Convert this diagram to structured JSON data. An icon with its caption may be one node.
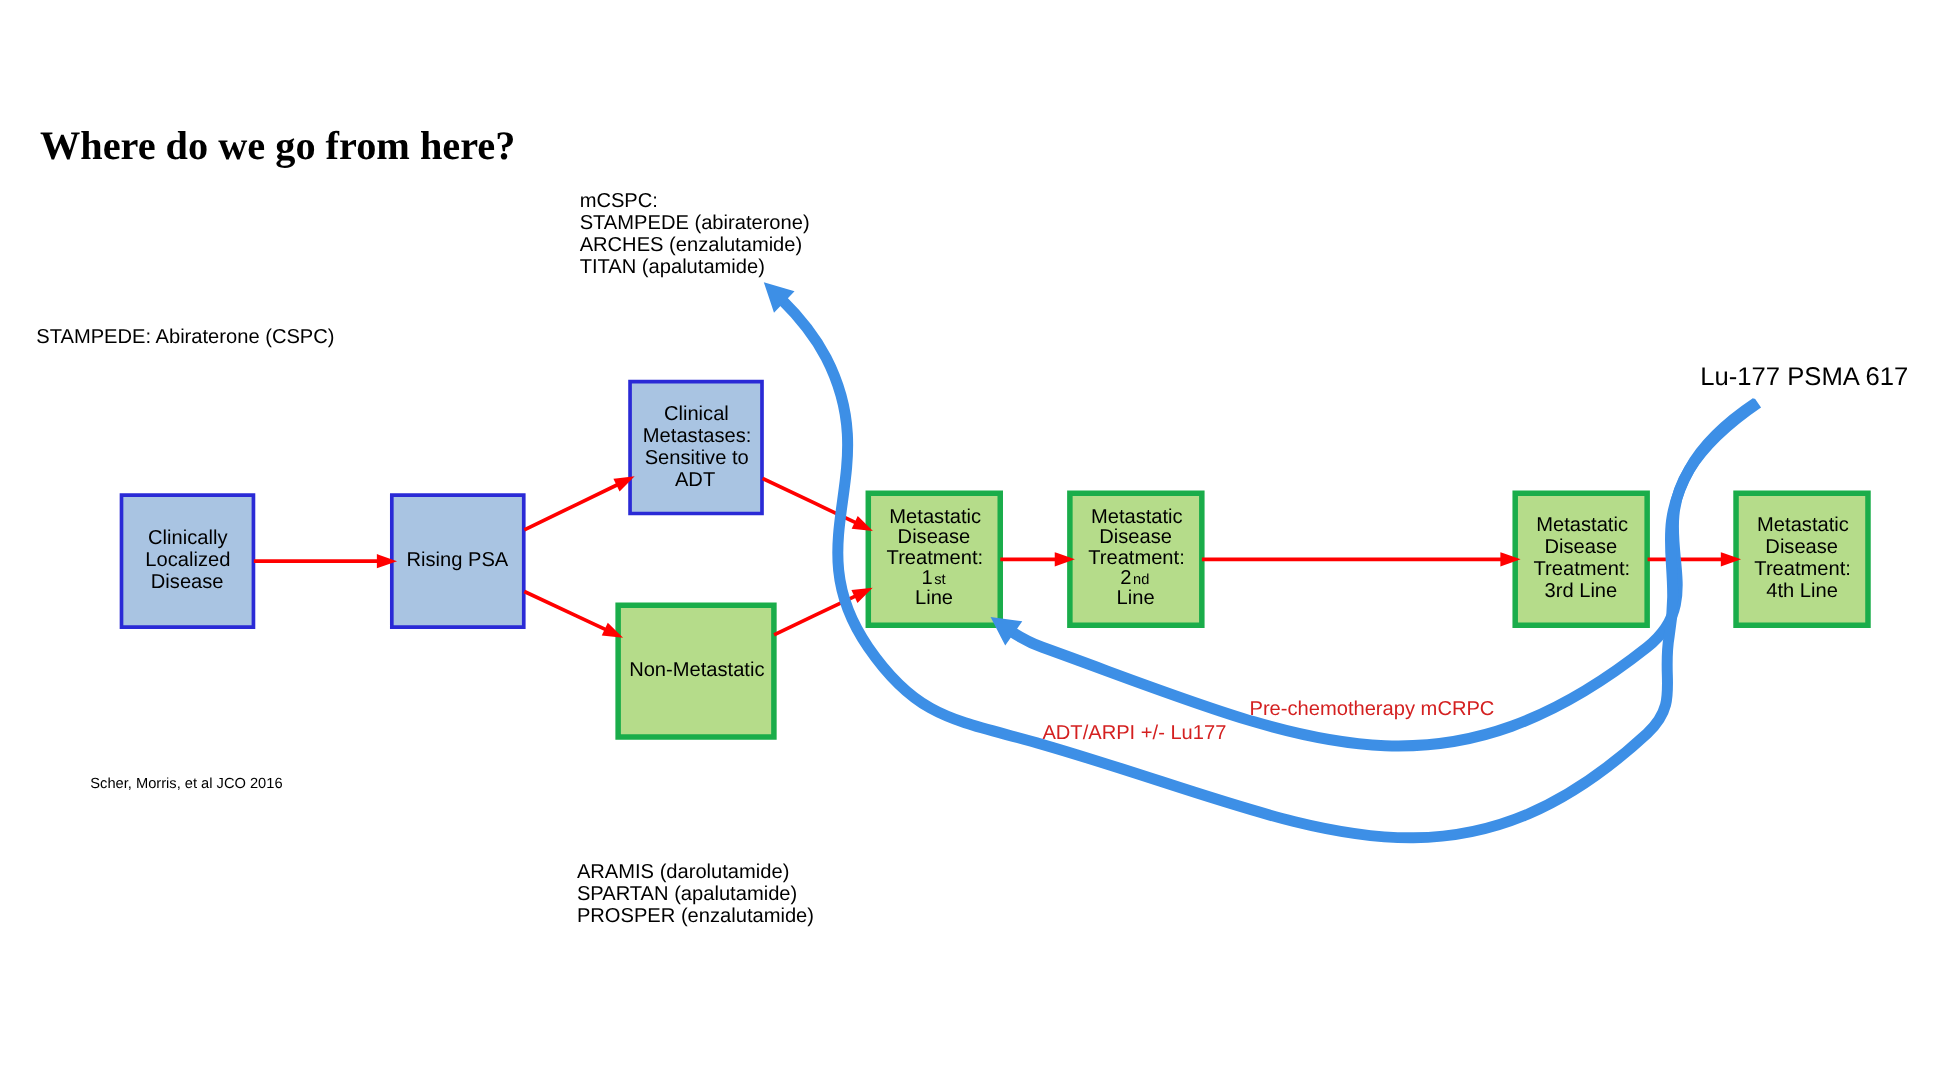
{
  "diagram": {
    "title": "Where do we go from here?",
    "nodes": [
      {
        "text": [
          "Clinically Localized Disease"
        ]
      },
      {
        "text": [
          "Rising PSA"
        ]
      },
      {
        "text": [
          "Clinical Metastases: Sensitive to ADT"
        ]
      },
      {
        "text": [
          "Non-Metastatic"
        ],
        "beside": [
          "ARAMIS (darolutamide)",
          "SPARTAN (apalutamide)",
          "PROSPER (enzalutamide)"
        ]
      },
      {
        "text": [
          "Metastatic Disease Treatment: 1$^{st}$ Line"
        ]
      },
      {
        "text": [
          "Metastatic Disease Treatment: 2$^{nd}$ Line"
        ]
      },
      {
        "text": [
          "Metastatic Disease Treatment: 3rd Line"
        ]
      },
      {
        "text": [
          "Metastatic Disease Treatment: 4th Line"
        ]
      },
      {
        "text": [
          "mCSPC:",
          "STAMPEDE (abiraterone)",
          "ARCHES (enzalutamide)",
          "TITAN (apalutamide)"
        ]
      },
      {
        "text": [
          "Lu-177 PSMA 617"
        ]
      }
    ],
    "edges": [
      {
        "from": 0,
        "to": 1,
        "arrow": "to"
      },
      {
        "from": 1,
        "to": 2,
        "arrow": "to"
      },
      {
        "from": 1,
        "to": 3,
        "arrow": "to"
      },
      {
        "from": 2,
        "to": 4,
        "arrow": "to"
      },
      {
        "from": 3,
        "to": 4,
        "arrow": "to"
      },
      {
        "from": 4,
        "to": 5,
        "arrow": "to"
      },
      {
        "from": 5,
        "to": 6,
        "arrow": "to"
      },
      {
        "from": 6,
        "to": 7,
        "arrow": "to"
      },
      {
        "from": 9,
        "to": 8,
        "arrow": "to",
        "label": "ADT/ARPI +/- Lu177",
        "style": "thick",
        "color": "#3d8fe6"
      },
      {
        "from": 9,
        "to": 4,
        "arrow": "to",
        "label": "Pre-chemotherapy mCRPC",
        "style": "thick",
        "color": "#3d8fe6"
      }
    ],
    "labels": [
      "STAMPEDE: Abiraterone (CSPC)",
      "Scher, Morris, et al JCO 2016"
    ]
  }
}
